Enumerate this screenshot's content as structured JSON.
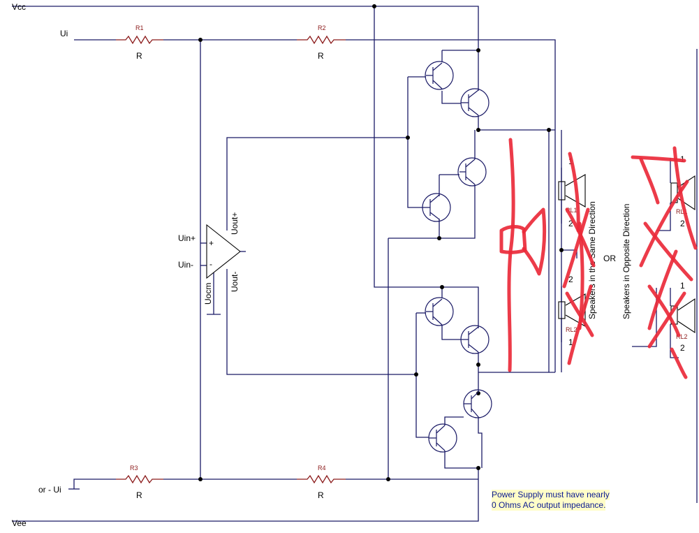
{
  "rails": {
    "vcc": "Vcc",
    "vee": "Vee"
  },
  "inputs": {
    "ui": "Ui",
    "ui_neg": "or - Ui"
  },
  "resistors": [
    {
      "ref": "R1",
      "value": "R"
    },
    {
      "ref": "R2",
      "value": "R"
    },
    {
      "ref": "R3",
      "value": "R"
    },
    {
      "ref": "R4",
      "value": "R"
    }
  ],
  "amplifier": {
    "in_plus": "Uin+",
    "in_minus": "Uin-",
    "out_plus": "Uout+",
    "out_minus": "Uout-",
    "ocm": "Uocm",
    "plus_sign": "+",
    "minus_sign": "-"
  },
  "speakers_same": {
    "caption": "Speakers in the Same Direction",
    "spk1": {
      "ref": "RL1",
      "pin_top": "1",
      "pin_bottom": "2"
    },
    "spk2": {
      "ref": "RL2",
      "pin_top": "2",
      "pin_bottom": "1"
    }
  },
  "or_label": "OR",
  "speakers_opposite": {
    "caption": "Speakers in Opposite Direction",
    "spk1": {
      "ref": "RL1",
      "pin_top": "1",
      "pin_bottom": "2"
    },
    "spk2": {
      "ref": "RL2",
      "pin_top": "1",
      "pin_bottom": "2"
    }
  },
  "note": {
    "line1": "Power Supply must have nearly",
    "line2": "0 Ohms AC output impedance."
  },
  "colors": {
    "wire": "#1a1a66",
    "component_ref": "#8b1a1a",
    "markup": "#ea2a3a",
    "note_text": "#0b1a90",
    "note_highlight": "#fffdc8"
  }
}
